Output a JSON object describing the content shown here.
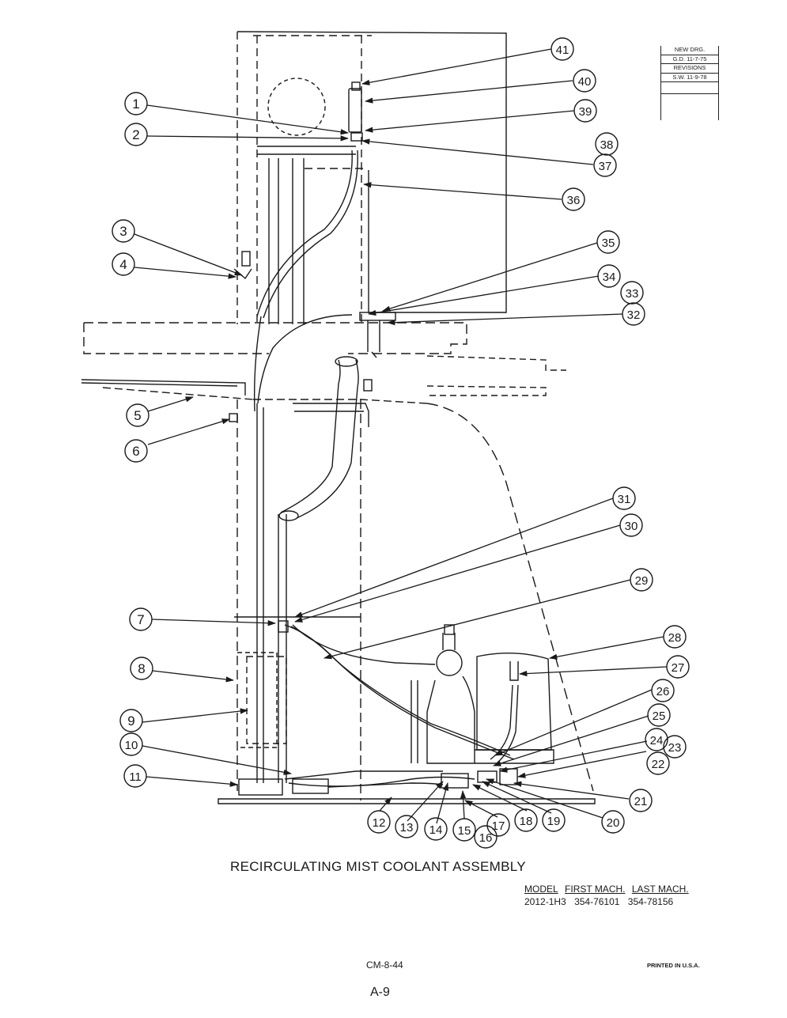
{
  "revisions": [
    "NEW DRG.",
    "G.D. 11-7-75",
    "REVISIONS",
    "S.W. 11-9-78"
  ],
  "title": "RECIRCULATING MIST COOLANT ASSEMBLY",
  "model_table": {
    "headers": [
      "MODEL",
      "FIRST MACH.",
      "LAST MACH."
    ],
    "values": [
      "2012-1H3",
      "354-76101",
      "354-78156"
    ]
  },
  "doc_number": "CM-8-44",
  "printed": "PRINTED IN U.S.A.",
  "page_number": "A-9",
  "callouts": [
    "1",
    "2",
    "3",
    "4",
    "5",
    "6",
    "7",
    "8",
    "9",
    "10",
    "11",
    "12",
    "13",
    "14",
    "15",
    "16",
    "17",
    "18",
    "19",
    "20",
    "21",
    "22",
    "23",
    "24",
    "25",
    "26",
    "27",
    "28",
    "29",
    "30",
    "31",
    "32",
    "33",
    "34",
    "35",
    "36",
    "37",
    "38",
    "39",
    "40",
    "41"
  ]
}
